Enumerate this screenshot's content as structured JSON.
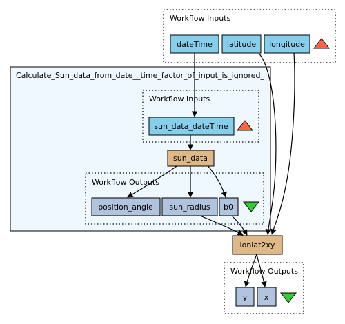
{
  "diagram": {
    "clusters": {
      "top_inputs": {
        "label": "Workflow Inputs"
      },
      "nested_workflow": {
        "label": "Calculate_Sun_data_from_date__time_factor_of_input_is_ignored_"
      },
      "nested_inputs": {
        "label": "Workflow Inputs"
      },
      "nested_outputs": {
        "label": "Workflow Outputs"
      },
      "bottom_outputs": {
        "label": "Workflow Outputs"
      }
    },
    "nodes": {
      "dateTime": {
        "label": "dateTime"
      },
      "latitude": {
        "label": "latitude"
      },
      "longitude": {
        "label": "longitude"
      },
      "sun_data_dateTime": {
        "label": "sun_data_dateTime"
      },
      "sun_data": {
        "label": "sun_data"
      },
      "position_angle": {
        "label": "position_angle"
      },
      "sun_radius": {
        "label": "sun_radius"
      },
      "b0": {
        "label": "b0"
      },
      "lonlat2xy": {
        "label": "lonlat2xy"
      },
      "y": {
        "label": "y"
      },
      "x": {
        "label": "x"
      }
    },
    "colors": {
      "input_port_fill": "#87ceeb",
      "output_port_fill": "#b0c4de",
      "processor_fill": "#deb887",
      "nested_workflow_fill": "#f0f8ff",
      "triangle_up_fill": "#ff6347",
      "triangle_down_fill": "#32cd32",
      "edge_color": "#000000"
    },
    "icons": {
      "input_marker": "red-triangle-up-icon",
      "output_marker": "green-triangle-down-icon"
    }
  }
}
